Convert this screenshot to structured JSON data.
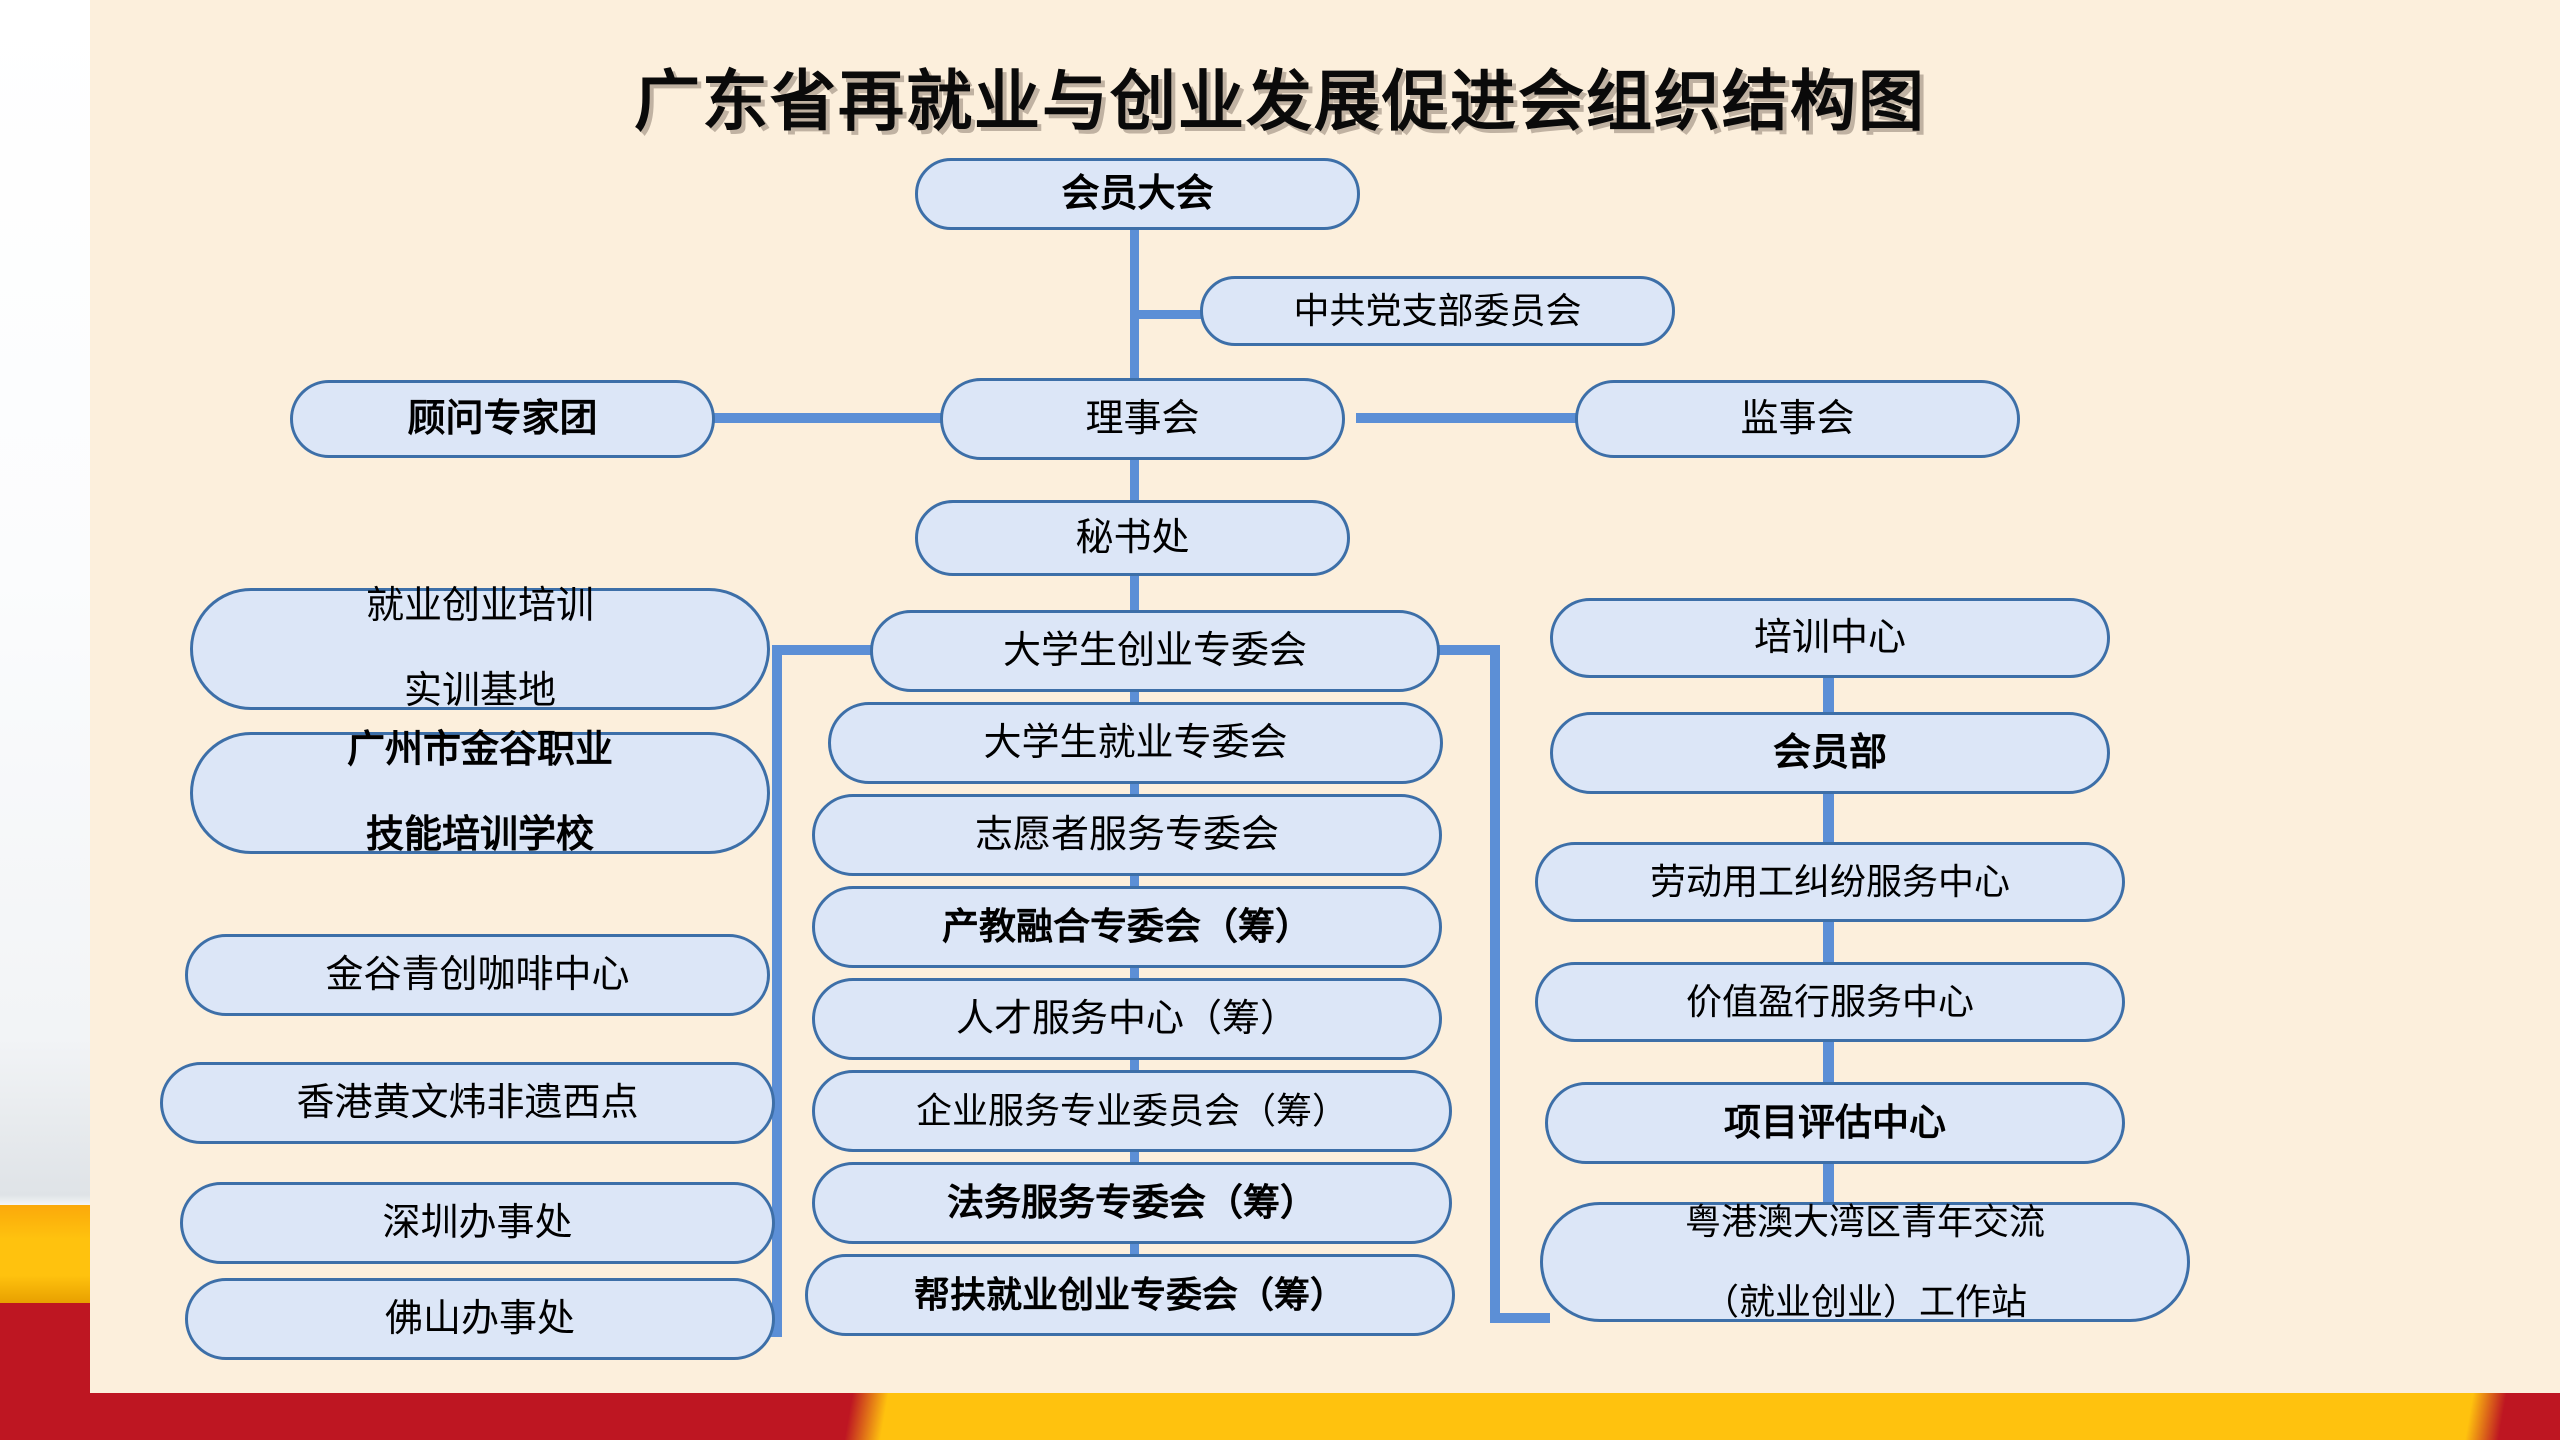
{
  "title": "广东省再就业与创业发展促进会组织结构图",
  "theme": {
    "background": "#FCEFDC",
    "node_fill": "#DCE6F7",
    "node_border": "#3D6FA8",
    "connector": "#5C8FD6",
    "accent_red": "#BE1622",
    "accent_gold": "#FFC20E",
    "title_color": "#0A0A0A"
  },
  "chart_data": {
    "type": "diagram",
    "title": "广东省再就业与创业发展促进会组织结构图",
    "diagram_kind": "organization-chart",
    "nodes": [
      {
        "id": "n1",
        "label": "会员大会",
        "column": "center",
        "bold": true
      },
      {
        "id": "n2",
        "label": "中共党支部委员会",
        "column": "center-right",
        "bold": false
      },
      {
        "id": "n3",
        "label": "顾问专家团",
        "column": "left",
        "bold": true
      },
      {
        "id": "n4",
        "label": "理事会",
        "column": "center",
        "bold": false
      },
      {
        "id": "n5",
        "label": "监事会",
        "column": "right",
        "bold": false
      },
      {
        "id": "n6",
        "label": "秘书处",
        "column": "center",
        "bold": false
      },
      {
        "id": "L1",
        "label": "就业创业培训\n实训基地",
        "column": "left",
        "bold": false
      },
      {
        "id": "L2",
        "label": "广州市金谷职业\n技能培训学校",
        "column": "left",
        "bold": true
      },
      {
        "id": "L3",
        "label": "金谷青创咖啡中心",
        "column": "left",
        "bold": false
      },
      {
        "id": "L4",
        "label": "香港黄文炜非遗西点",
        "column": "left",
        "bold": false
      },
      {
        "id": "L5",
        "label": "深圳办事处",
        "column": "left",
        "bold": false
      },
      {
        "id": "L6",
        "label": "佛山办事处",
        "column": "left",
        "bold": false
      },
      {
        "id": "C1",
        "label": "大学生创业专委会",
        "column": "center",
        "bold": false
      },
      {
        "id": "C2",
        "label": "大学生就业专委会",
        "column": "center",
        "bold": false
      },
      {
        "id": "C3",
        "label": "志愿者服务专委会",
        "column": "center",
        "bold": false
      },
      {
        "id": "C4",
        "label": "产教融合专委会（筹）",
        "column": "center",
        "bold": true
      },
      {
        "id": "C5",
        "label": "人才服务中心（筹）",
        "column": "center",
        "bold": false
      },
      {
        "id": "C6",
        "label": "企业服务专业委员会（筹）",
        "column": "center",
        "bold": false
      },
      {
        "id": "C7",
        "label": "法务服务专委会（筹）",
        "column": "center",
        "bold": true
      },
      {
        "id": "C8",
        "label": "帮扶就业创业专委会（筹）",
        "column": "center",
        "bold": true
      },
      {
        "id": "R1",
        "label": "培训中心",
        "column": "right",
        "bold": false
      },
      {
        "id": "R2",
        "label": "会员部",
        "column": "right",
        "bold": true
      },
      {
        "id": "R3",
        "label": "劳动用工纠纷服务中心",
        "column": "right",
        "bold": false
      },
      {
        "id": "R4",
        "label": "价值盈行服务中心",
        "column": "right",
        "bold": false
      },
      {
        "id": "R5",
        "label": "项目评估中心",
        "column": "right",
        "bold": true
      },
      {
        "id": "R6",
        "label": "粤港澳大湾区青年交流\n（就业创业）工作站",
        "column": "right",
        "bold": false
      }
    ],
    "edges": [
      {
        "from": "n1",
        "to": "n2"
      },
      {
        "from": "n1",
        "to": "n4"
      },
      {
        "from": "n4",
        "to": "n3"
      },
      {
        "from": "n4",
        "to": "n5"
      },
      {
        "from": "n4",
        "to": "n6"
      },
      {
        "from": "n6",
        "to": "C1"
      },
      {
        "from": "C1",
        "to": "C2"
      },
      {
        "from": "C2",
        "to": "C3"
      },
      {
        "from": "C3",
        "to": "C4"
      },
      {
        "from": "C4",
        "to": "C5"
      },
      {
        "from": "C5",
        "to": "C6"
      },
      {
        "from": "C6",
        "to": "C7"
      },
      {
        "from": "C7",
        "to": "C8"
      },
      {
        "from": "C1",
        "to": "L1"
      },
      {
        "from": "C1",
        "to": "L2"
      },
      {
        "from": "C1",
        "to": "L3"
      },
      {
        "from": "C1",
        "to": "L4"
      },
      {
        "from": "C1",
        "to": "L5"
      },
      {
        "from": "C1",
        "to": "L6"
      },
      {
        "from": "C1",
        "to": "R1"
      },
      {
        "from": "R1",
        "to": "R2"
      },
      {
        "from": "R2",
        "to": "R3"
      },
      {
        "from": "R3",
        "to": "R4"
      },
      {
        "from": "R4",
        "to": "R5"
      },
      {
        "from": "R5",
        "to": "R6"
      }
    ]
  },
  "nodes": {
    "assembly": "会员大会",
    "party_branch": "中共党支部委员会",
    "advisory_panel": "顾问专家团",
    "council": "理事会",
    "supervisory": "监事会",
    "secretariat": "秘书处",
    "left_1_line1": "就业创业培训",
    "left_1_line2": "实训基地",
    "left_2_line1": "广州市金谷职业",
    "left_2_line2": "技能培训学校",
    "left_3": "金谷青创咖啡中心",
    "left_4": "香港黄文炜非遗西点",
    "left_5": "深圳办事处",
    "left_6": "佛山办事处",
    "center_1": "大学生创业专委会",
    "center_2": "大学生就业专委会",
    "center_3": "志愿者服务专委会",
    "center_4": "产教融合专委会（筹）",
    "center_5": "人才服务中心（筹）",
    "center_6": "企业服务专业委员会（筹）",
    "center_7": "法务服务专委会（筹）",
    "center_8": "帮扶就业创业专委会（筹）",
    "right_1": "培训中心",
    "right_2": "会员部",
    "right_3": "劳动用工纠纷服务中心",
    "right_4": "价值盈行服务中心",
    "right_5": "项目评估中心",
    "right_6_line1": "粤港澳大湾区青年交流",
    "right_6_line2": "（就业创业）工作站"
  }
}
